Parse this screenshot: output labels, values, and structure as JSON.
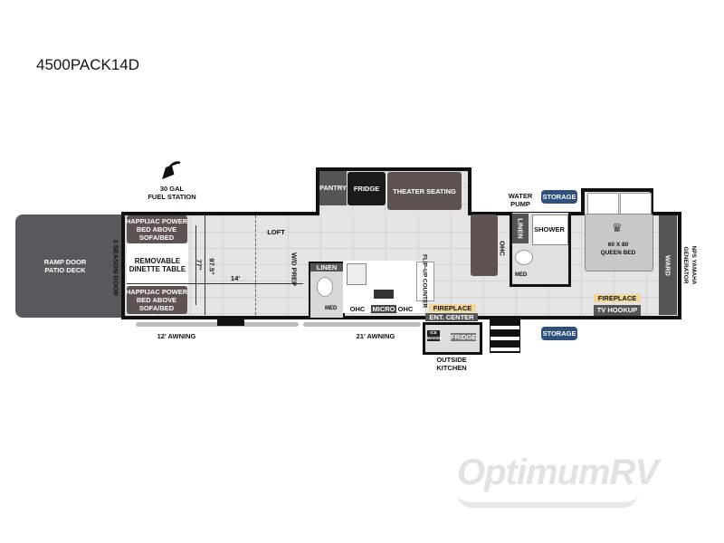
{
  "title": "4500PACK14D",
  "labels": {
    "fuel_line1": "30 GAL",
    "fuel_line2": "FUEL STATION",
    "ramp_line1": "RAMP DOOR",
    "ramp_line2": "PATIO DECK",
    "season_door": "3 SEASON DOOR",
    "bed_top_1": "HAPPIJAC POWER",
    "bed_top_2": "BED ABOVE",
    "bed_top_3": "SOFA/BED",
    "bed_bot_1": "HAPPIJAC POWER",
    "bed_bot_2": "BED ABOVE",
    "bed_bot_3": "SOFA/BED",
    "dinette_1": "REMOVABLE",
    "dinette_2": "DINETTE TABLE",
    "dim_77": "77\"",
    "dim_975": "97.5\"",
    "dim_14": "14'",
    "loft": "LOFT",
    "wd_prep": "W/D PREP",
    "linen1": "LINEN",
    "med1": "MED",
    "ohc1": "OHC",
    "micro": "MICRO",
    "ohc2": "OHC",
    "flip_up": "FLIP-UP COUNTER",
    "pantry": "PANTRY",
    "fridge": "FRIDGE",
    "theater": "THEATER SEATING",
    "ohc3": "OHC",
    "water_pump_1": "WATER",
    "water_pump_2": "PUMP",
    "storage_top": "STORAGE",
    "storage_bottom": "STORAGE",
    "linen2": "LINEN",
    "shower": "SHOWER",
    "med2": "MED",
    "bed_size": "60 X 80",
    "queen_bed": "QUEEN BED",
    "ward": "WARD",
    "generator_1": "NPS YAMAHA",
    "generator_2": "GENERATOR",
    "fireplace1": "FIREPLACE",
    "ent_center": "ENT. CENTER",
    "fireplace2": "FIREPLACE",
    "tv_hookup": "TV HOOKUP",
    "ice_maker": "ICE MAKER",
    "outside_fridge": "FRIDGE",
    "outside_kitchen_1": "OUTSIDE",
    "outside_kitchen_2": "KITCHEN",
    "awning_12": "12' AWNING",
    "awning_21": "21' AWNING"
  },
  "watermark": "OptimumRV",
  "colors": {
    "wall": "#111111",
    "floor": "#e4e4e4",
    "brown": "#5e5350",
    "storage": "#2f4f7f",
    "fireplace": "#e0a030",
    "ward": "#555555"
  }
}
